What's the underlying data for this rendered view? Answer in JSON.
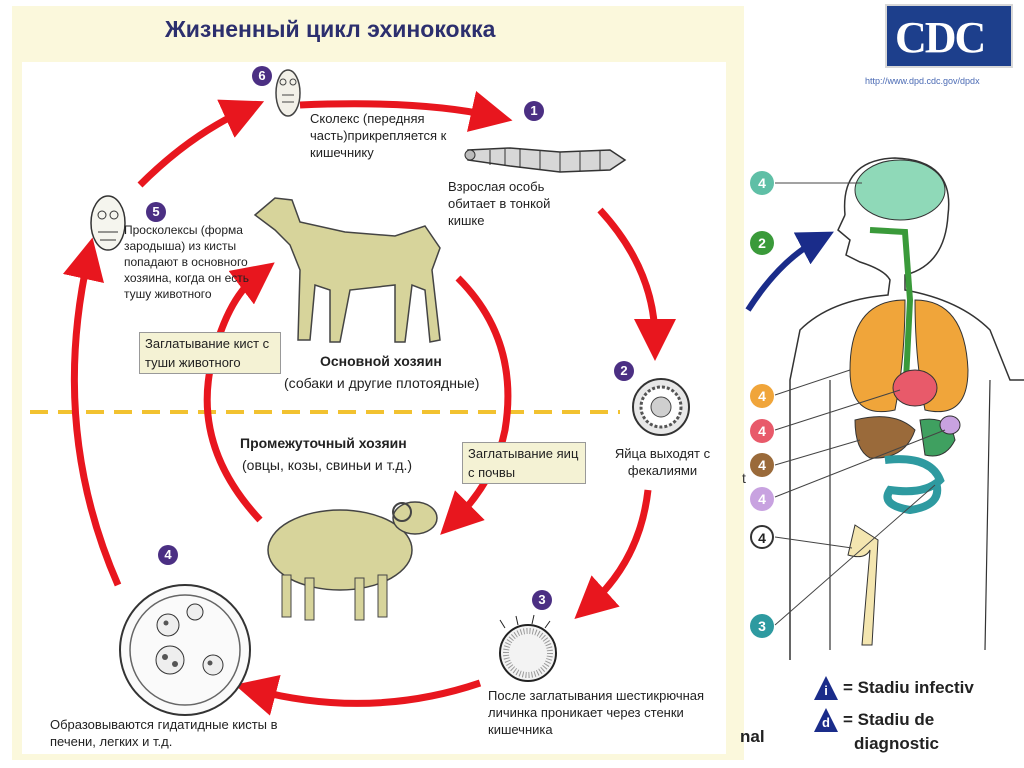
{
  "title": "Жизненный цикл эхинококка",
  "cdc_logo": "CDC",
  "cdc_url": "http://www.dpd.cdc.gov/dpdx",
  "stages": {
    "s6": {
      "num": "6",
      "text": "Сколекс (передняя часть)прикрепляется к кишечнику"
    },
    "s1": {
      "num": "1",
      "text": "Взрослая особь обитает в тонкой кишке"
    },
    "s2": {
      "num": "2",
      "text": "Яйца выходят с фекалиями"
    },
    "s3": {
      "num": "3",
      "text": "После заглатывания шестикрючная личинка проникает через стенки кишечника"
    },
    "s4": {
      "num": "4",
      "text": "Образовываются гидатидные кисты в печени, легких и т.д."
    },
    "s5": {
      "num": "5",
      "text": "Просколексы (форма зародыша) из кисты попадают в основного хозяина, когда он есть тушу животного"
    }
  },
  "boxes": {
    "swallow_cysts": "Заглатывание кист с туши животного",
    "swallow_eggs": "Заглатывание яиц с почвы"
  },
  "definitive_host": {
    "label": "Основной хозяин",
    "examples": "(собаки и другие плотоядные)"
  },
  "intermediate_host": {
    "label": "Промежуточный хозяин",
    "examples": "(овцы, козы, свиньи и т.д.)"
  },
  "human_labels": {
    "l1": "4",
    "l2": "2",
    "l3": "4",
    "l4": "4",
    "l5": "4",
    "l6": "4",
    "l7": "4",
    "l8": "3"
  },
  "legend": {
    "i_letter": "i",
    "i_text": "= Stadiu infectiv",
    "d_letter": "d",
    "d_text": "= Stadiu de",
    "d_text2": "diagnostic",
    "nal": "nal",
    "t": "t"
  },
  "colors": {
    "arrow_red": "#e8161e",
    "badge_purple": "#4b2f83",
    "dashed_line": "#f2c230",
    "title_blue": "#2c2f6e"
  }
}
